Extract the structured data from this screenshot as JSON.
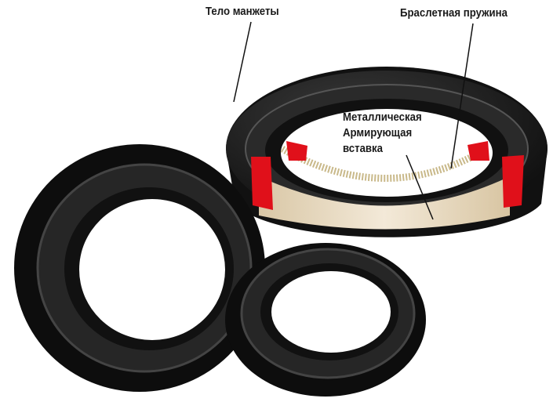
{
  "labels": {
    "body": "Тело манжеты",
    "spring": "Браслетная пружина",
    "insert_line1": "Металлическая",
    "insert_line2": "Армирующая",
    "insert_line3": "вставка"
  },
  "colors": {
    "rubber": "#141414",
    "cut_section": "#e0101a",
    "metal_insert": "#e8d9c0",
    "spring": "#c9b98a"
  }
}
